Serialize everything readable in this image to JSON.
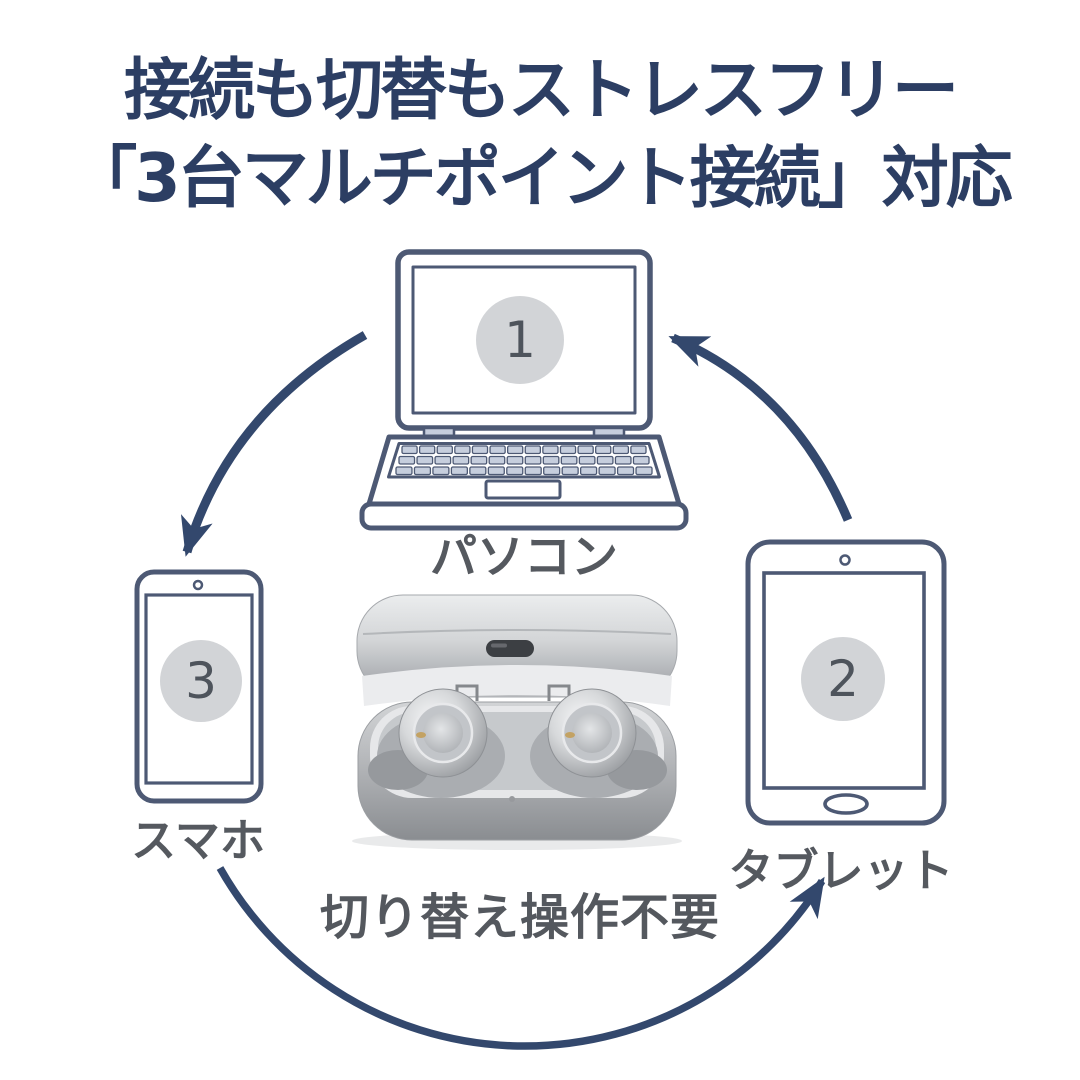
{
  "title": {
    "line1": "接続も切替もストレスフリー",
    "line2": "「3台マルチポイント接続」対応"
  },
  "devices": {
    "laptop": {
      "label": "パソコン",
      "number": "1"
    },
    "tablet": {
      "label": "タブレット",
      "number": "2"
    },
    "phone": {
      "label": "スマホ",
      "number": "3"
    }
  },
  "center": {
    "caption": "切り替え操作不要"
  },
  "icons": {
    "laptop": "laptop-outline-icon",
    "tablet": "tablet-outline-icon",
    "phone": "smartphone-outline-icon",
    "cycle_arrows": "curved-arrow-icon",
    "product": "earbuds-charging-case-photo"
  },
  "colors": {
    "title_text": "#2c3e63",
    "arrow": "#33486d",
    "device_outline": "#4d5974",
    "keyboard_keys": "#c6cedd",
    "badge_fill": "#d2d4d7",
    "badge_text": "#4e545c",
    "label_text": "#55595f",
    "background": "#ffffff"
  }
}
